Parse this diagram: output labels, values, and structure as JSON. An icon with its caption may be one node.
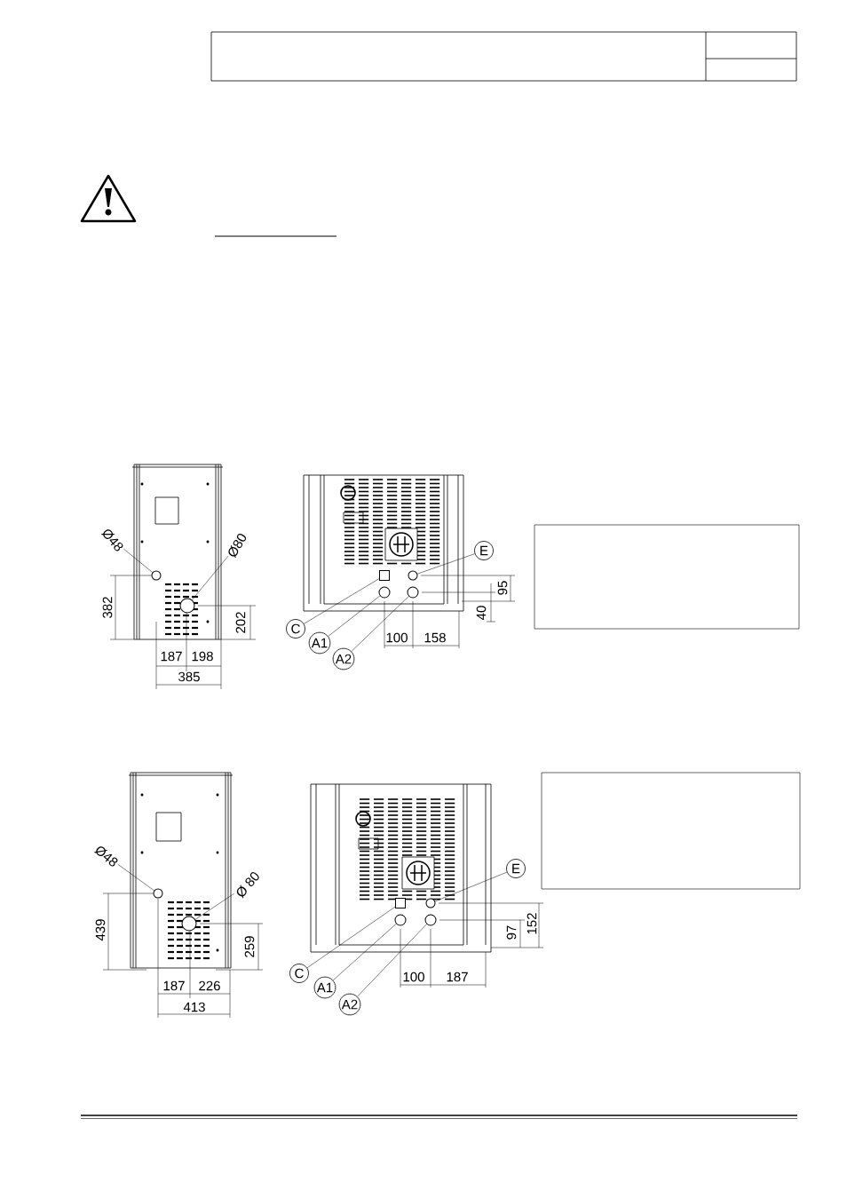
{
  "diagram": {
    "nodes": [
      {
        "text": [
          "Ø48"
        ]
      },
      {
        "text": [],
        "shape": "circle"
      },
      {
        "text": [
          "Ø80"
        ]
      },
      {
        "text": [],
        "shape": "circle"
      },
      {
        "text": [
          "C"
        ]
      },
      {
        "text": [],
        "shape": "box"
      },
      {
        "text": [
          "A1"
        ]
      },
      {
        "text": [],
        "shape": "circle"
      },
      {
        "text": [
          "A2"
        ]
      },
      {
        "text": [],
        "shape": "circle"
      },
      {
        "text": [
          "E"
        ]
      },
      {
        "text": [],
        "shape": "circle"
      },
      {
        "text": [],
        "shape": "box"
      },
      {
        "text": [
          "Ø48"
        ]
      },
      {
        "text": [],
        "shape": "circle"
      },
      {
        "text": [
          "Ø 80"
        ]
      },
      {
        "text": [],
        "shape": "circle"
      },
      {
        "text": [
          "C"
        ]
      },
      {
        "text": [],
        "shape": "box"
      },
      {
        "text": [
          "A1"
        ]
      },
      {
        "text": [],
        "shape": "circle"
      },
      {
        "text": [
          "A2"
        ]
      },
      {
        "text": [],
        "shape": "circle"
      },
      {
        "text": [
          "E"
        ]
      },
      {
        "text": [],
        "shape": "circle"
      },
      {
        "text": [],
        "shape": "box"
      }
    ],
    "edges": [
      {
        "from": 0,
        "to": 1,
        "arrow": "none"
      },
      {
        "from": 2,
        "to": 3,
        "arrow": "none"
      },
      {
        "from": 4,
        "to": 5,
        "arrow": "none"
      },
      {
        "from": 6,
        "to": 7,
        "arrow": "none"
      },
      {
        "from": 8,
        "to": 9,
        "arrow": "none"
      },
      {
        "from": 10,
        "to": 11,
        "arrow": "none"
      },
      {
        "from": 13,
        "to": 14,
        "arrow": "none"
      },
      {
        "from": 15,
        "to": 16,
        "arrow": "none"
      },
      {
        "from": 17,
        "to": 18,
        "arrow": "none"
      },
      {
        "from": 19,
        "to": 20,
        "arrow": "none"
      },
      {
        "from": 21,
        "to": 22,
        "arrow": "none"
      },
      {
        "from": 23,
        "to": 24,
        "arrow": "none"
      }
    ],
    "labels": [
      "382",
      "202",
      "187",
      "198",
      "385",
      "95",
      "40",
      "100",
      "158",
      "439",
      "259",
      "187",
      "226",
      "413",
      "97",
      "152",
      "100",
      "187"
    ]
  }
}
